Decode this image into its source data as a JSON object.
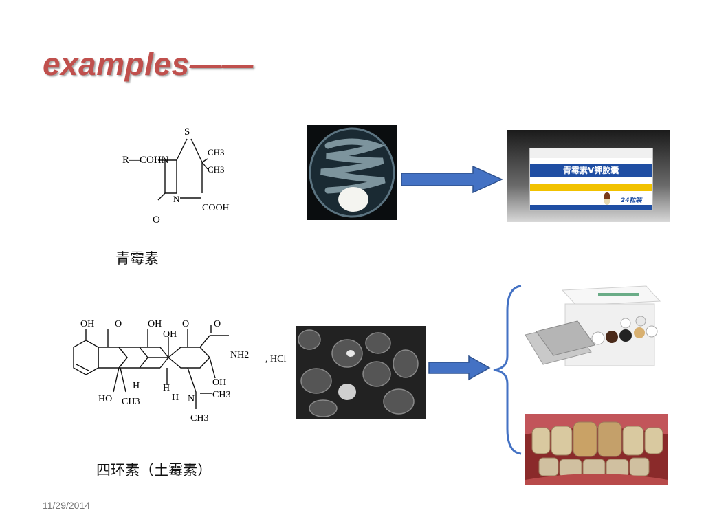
{
  "slide": {
    "title": "examples——",
    "date": "11/29/2014"
  },
  "penicillin": {
    "caption": "青霉素",
    "labels": {
      "r_group": "R—COHN",
      "s": "S",
      "ch3_1": "CH3",
      "ch3_2": "CH3",
      "n": "N",
      "o": "O",
      "cooh": "COOH"
    },
    "product_box": {
      "name": "青霉素V钾胶囊",
      "count": "24粒装"
    }
  },
  "tetracycline": {
    "caption": "四环素（土霉素）",
    "hcl": ", HCl",
    "labels": {
      "oh": "OH",
      "o": "O",
      "nh2": "NH2",
      "h": "H",
      "ho": "HO",
      "ch3": "CH3",
      "n": "N"
    }
  },
  "colors": {
    "title": "#c0504d",
    "arrow_fill": "#4472c4",
    "arrow_stroke": "#2f528f",
    "brace": "#4472c4"
  }
}
